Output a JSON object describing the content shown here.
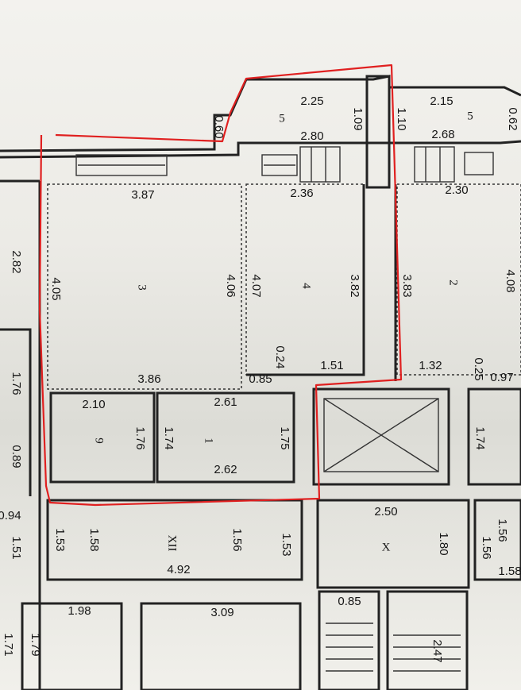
{
  "highlight_color": "#e02020",
  "rooms": [
    {
      "id": "room-1",
      "label": "1"
    },
    {
      "id": "room-2",
      "label": "2"
    },
    {
      "id": "room-3",
      "label": "3"
    },
    {
      "id": "room-4",
      "label": "4"
    },
    {
      "id": "balcony-left",
      "label": "5"
    },
    {
      "id": "balcony-right",
      "label": "5"
    },
    {
      "id": "room-bath",
      "label": "9"
    },
    {
      "id": "room-xii",
      "label": "XII"
    },
    {
      "id": "room-x",
      "label": "X"
    }
  ],
  "dimensions": [
    "2.25",
    "0.60",
    "1.09",
    "2.80",
    "1.10",
    "2.15",
    "2.68",
    "0.62",
    "3.87",
    "2.36",
    "2.30",
    "2.82",
    "4.05",
    "4.06",
    "4.07",
    "3.82",
    "3.83",
    "4.08",
    "0.24",
    "3.86",
    "0.85",
    "1.51",
    "1.32",
    "0.25",
    "0.97",
    "2.10",
    "1.76",
    "1.74",
    "2.61",
    "1.75",
    "2.62",
    "1.74",
    "1.76",
    "0.89",
    "0.94",
    "1.51",
    "1.53",
    "2.50",
    "1.80",
    "1.56",
    "1.58",
    "4.92",
    "1.98",
    "3.09",
    "1.79",
    "1.71",
    "0.85",
    "2.47",
    "1.53",
    "1.58",
    "1.56",
    "1.56"
  ]
}
